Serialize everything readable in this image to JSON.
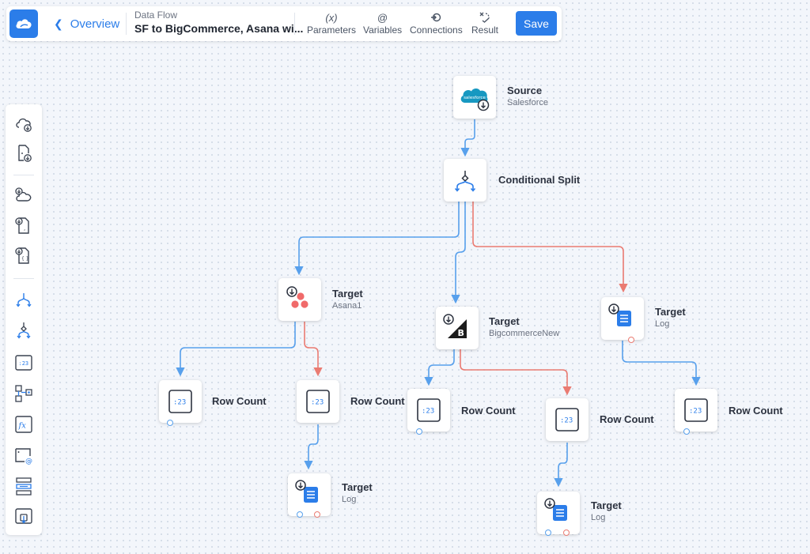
{
  "header": {
    "back_label": "Overview",
    "subtitle": "Data Flow",
    "title": "SF to BigCommerce, Asana wi...",
    "tools": [
      {
        "icon": "(x)",
        "label": "Parameters"
      },
      {
        "icon": "@",
        "label": "Variables"
      },
      {
        "icon": "connections-icon",
        "label": "Connections"
      },
      {
        "icon": "result-icon",
        "label": "Result"
      }
    ],
    "save_label": "Save"
  },
  "palette": {
    "items": [
      "cloud-download-icon",
      "file-download-icon",
      "cloud-source-icon",
      "csv-file-icon",
      "json-file-icon",
      "split-icon",
      "conditional-split-icon",
      "row-count-icon",
      "lookup-icon",
      "expression-icon",
      "mail-icon",
      "buffer-icon",
      "target-icon"
    ]
  },
  "nodes": {
    "source": {
      "title": "Source",
      "subtitle": "Salesforce",
      "icon": "salesforce-icon",
      "icon_text": "salesforce"
    },
    "split": {
      "title": "Conditional Split",
      "icon": "conditional-split-icon"
    },
    "target_asana": {
      "title": "Target",
      "subtitle": "Asana1",
      "icon": "asana-icon"
    },
    "target_bigcommerce": {
      "title": "Target",
      "subtitle": "BigcommerceNew",
      "icon": "bigcommerce-icon",
      "icon_text": "B"
    },
    "target_log_right": {
      "title": "Target",
      "subtitle": "Log",
      "icon": "log-icon"
    },
    "rowcount_1": {
      "title": "Row Count",
      "icon": "row-count-icon"
    },
    "rowcount_2": {
      "title": "Row Count",
      "icon": "row-count-icon"
    },
    "rowcount_3": {
      "title": "Row Count",
      "icon": "row-count-icon"
    },
    "rowcount_4": {
      "title": "Row Count",
      "icon": "row-count-icon"
    },
    "rowcount_5": {
      "title": "Row Count",
      "icon": "row-count-icon"
    },
    "target_log_1": {
      "title": "Target",
      "subtitle": "Log",
      "icon": "log-icon"
    },
    "target_log_2": {
      "title": "Target",
      "subtitle": "Log",
      "icon": "log-icon"
    }
  },
  "colors": {
    "accent": "#2b7de9",
    "edge_main": "#58a0ec",
    "edge_error": "#ea7b72",
    "salesforce": "#1798c1",
    "asana": "#f06a6a",
    "bigcommerce": "#1c1c1c"
  }
}
